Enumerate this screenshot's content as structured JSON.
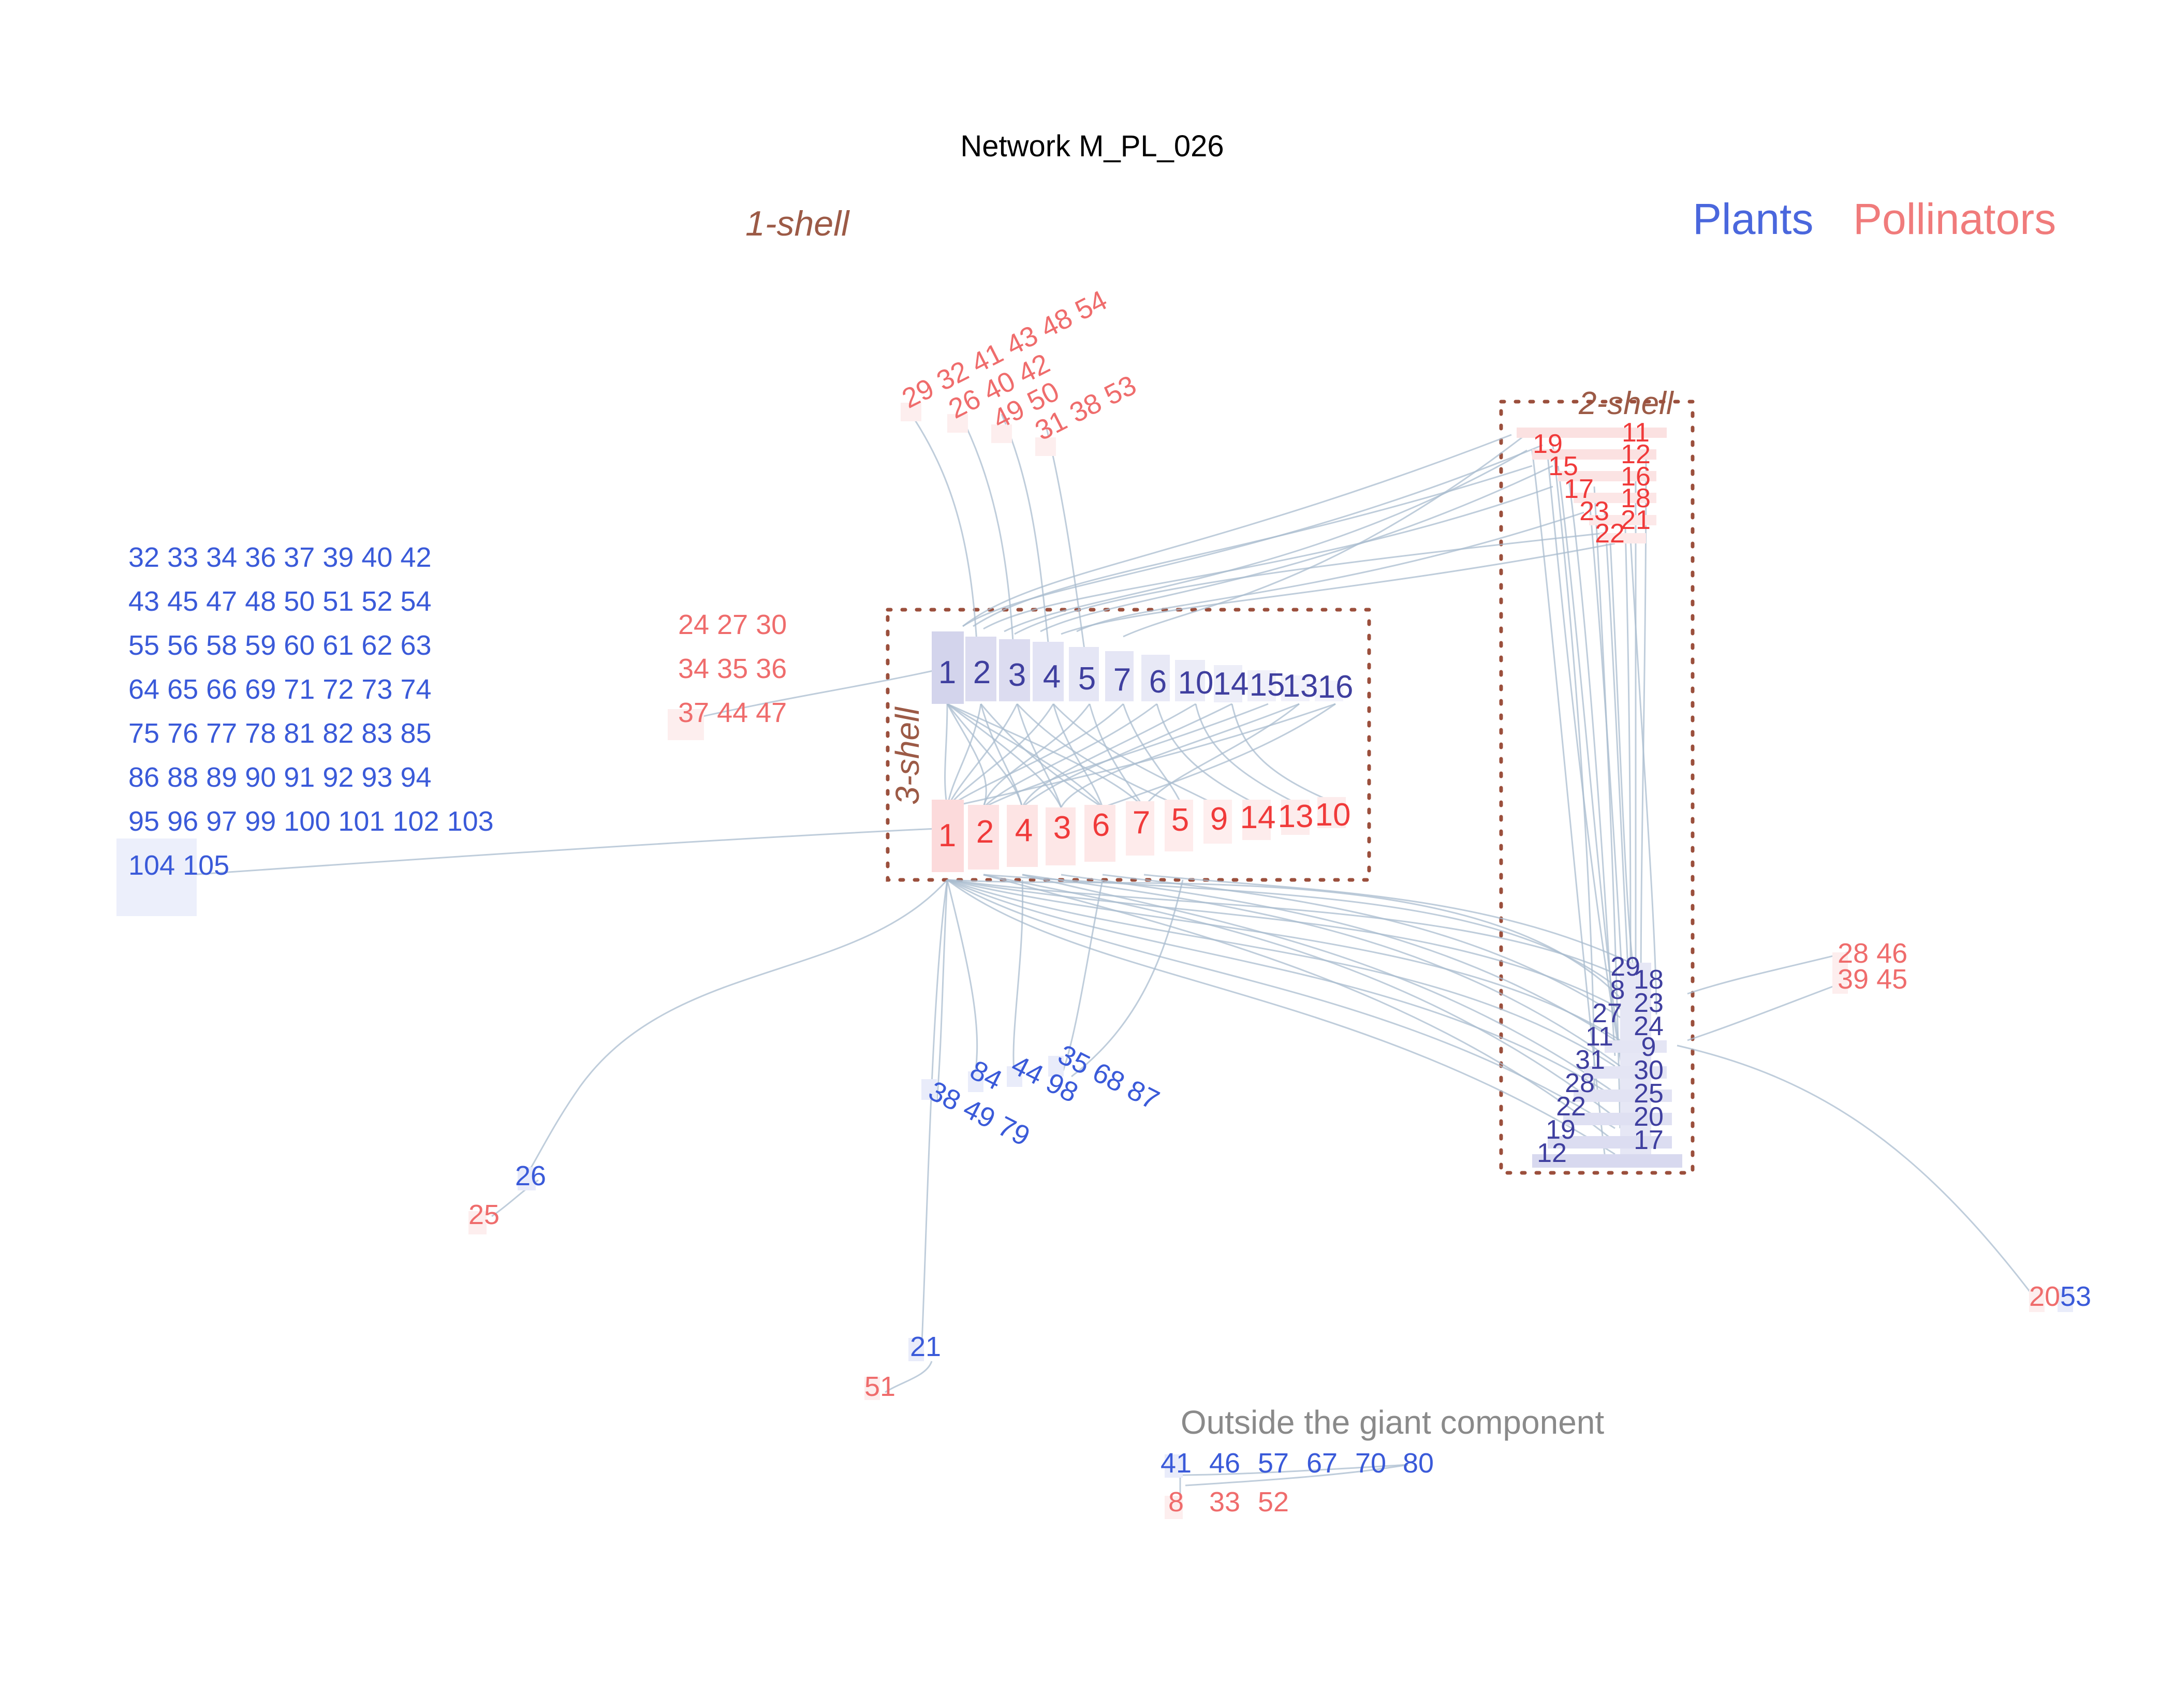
{
  "title": "Network M_PL_026",
  "legend": {
    "plants": "Plants",
    "pollinators": "Pollinators",
    "plants_color": "#4a67dd",
    "pollinators_color": "#f07b7b"
  },
  "shells": {
    "one": "1-shell",
    "two": "2-shell",
    "three": "3-shell"
  },
  "isolated_title": "Outside the giant component",
  "core_plants": [
    "1",
    "2",
    "3",
    "4",
    "5",
    "7",
    "6",
    "10",
    "14",
    "15",
    "13",
    "16"
  ],
  "core_pollinators": [
    "1",
    "2",
    "4",
    "3",
    "6",
    "7",
    "5",
    "9",
    "14",
    "13",
    "10"
  ],
  "shell2_pollinators_right": [
    "11",
    "12",
    "16",
    "18",
    "21"
  ],
  "shell2_pollinators_left": [
    "19",
    "15",
    "17",
    "23",
    "22"
  ],
  "shell2_plants_right": [
    "18",
    "23",
    "24",
    "9",
    "30",
    "25",
    "20",
    "17"
  ],
  "shell2_plants_left": [
    "29",
    "8",
    "27",
    "11",
    "31",
    "28",
    "22",
    "19",
    "12"
  ],
  "shell1_pollinator_rows": [
    "29 32 41 43 48 54",
    "26 40 42",
    "49 50",
    "31 38 53"
  ],
  "shell1_pollinators_left": [
    "24 27 30",
    "34 35 36",
    "37 44 47"
  ],
  "shell1_plant_block": [
    "32 33 34 36 37 39 40 42",
    "43 45 47 48 50 51 52 54",
    "55 56 58 59 60 61 62 63",
    "64 65 66 69 71 72 73 74",
    "75 76 77 78 81 82 83 85",
    "86 88 89 90 91 92 93 94",
    "95 96 97 99 100 101 102 103",
    "104 105"
  ],
  "shell1_plants_bottom": [
    "38 49 79",
    "84",
    "44 98",
    "35 68 87"
  ],
  "shell1_pollinators_right": [
    "28 46",
    "39 45"
  ],
  "pair_26_25": {
    "plant": "26",
    "pollinator": "25"
  },
  "pair_21_51": {
    "plant": "21",
    "pollinator": "51"
  },
  "pair_53_20": {
    "plant": "53",
    "pollinator": "20"
  },
  "isolated_plants": [
    "41",
    "46",
    "57",
    "67",
    "70",
    "80"
  ],
  "isolated_pollinators": [
    "8",
    "33",
    "52"
  ]
}
